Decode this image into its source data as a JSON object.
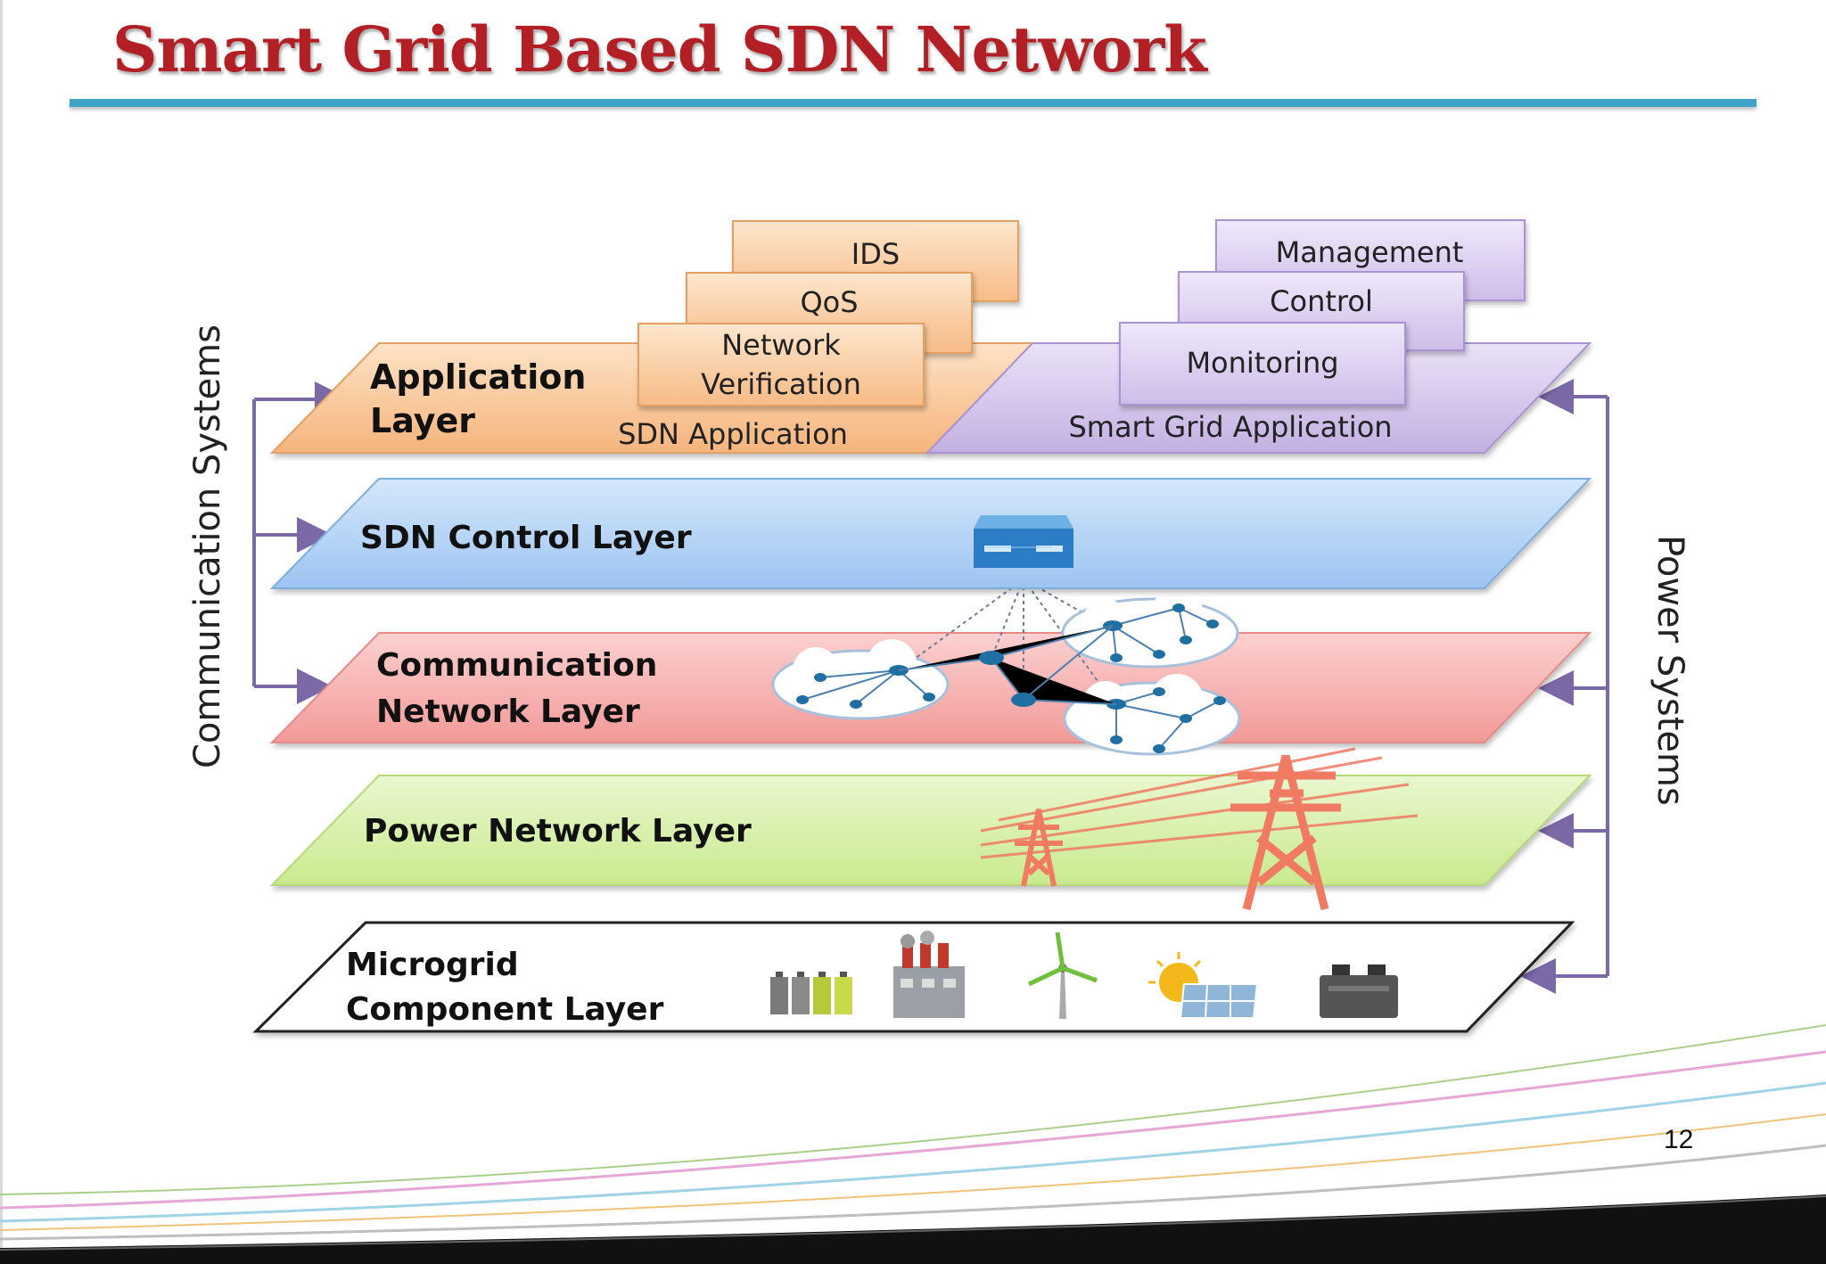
{
  "slide": {
    "title": "Smart Grid Based SDN Network",
    "page_number": "12"
  },
  "side_labels": {
    "left": "Communication Systems",
    "right": "Power Systems"
  },
  "layers": {
    "application": {
      "title_line1": "Application",
      "title_line2": "Layer",
      "sdn_sublabel": "SDN Application",
      "smart_grid_sublabel": "Smart Grid Application",
      "sdn_apps": [
        "IDS",
        "QoS",
        "Network",
        "Verification"
      ],
      "smart_grid_apps": [
        "Management",
        "Control",
        "Monitoring"
      ]
    },
    "sdn_control": {
      "title": "SDN Control Layer"
    },
    "communication": {
      "title_line1": "Communication",
      "title_line2": "Network Layer"
    },
    "power": {
      "title": "Power Network Layer"
    },
    "microgrid": {
      "title_line1": "Microgrid",
      "title_line2": "Component Layer",
      "icons": [
        "battery-bank-icon",
        "factory-icon",
        "wind-turbine-icon",
        "solar-panel-icon",
        "car-battery-icon"
      ]
    }
  },
  "colors": {
    "title_red": "#b21f24",
    "title_rule": "#3ea3c4",
    "application_orange": "#f7c08e",
    "smart_grid_purple": "#cbbbe6",
    "sdn_blue": "#a9cdf5",
    "communication_red": "#f7a7a5",
    "power_green": "#d3ef9f",
    "arrow_purple": "#7b68a6",
    "tower_red": "#f07a62"
  }
}
